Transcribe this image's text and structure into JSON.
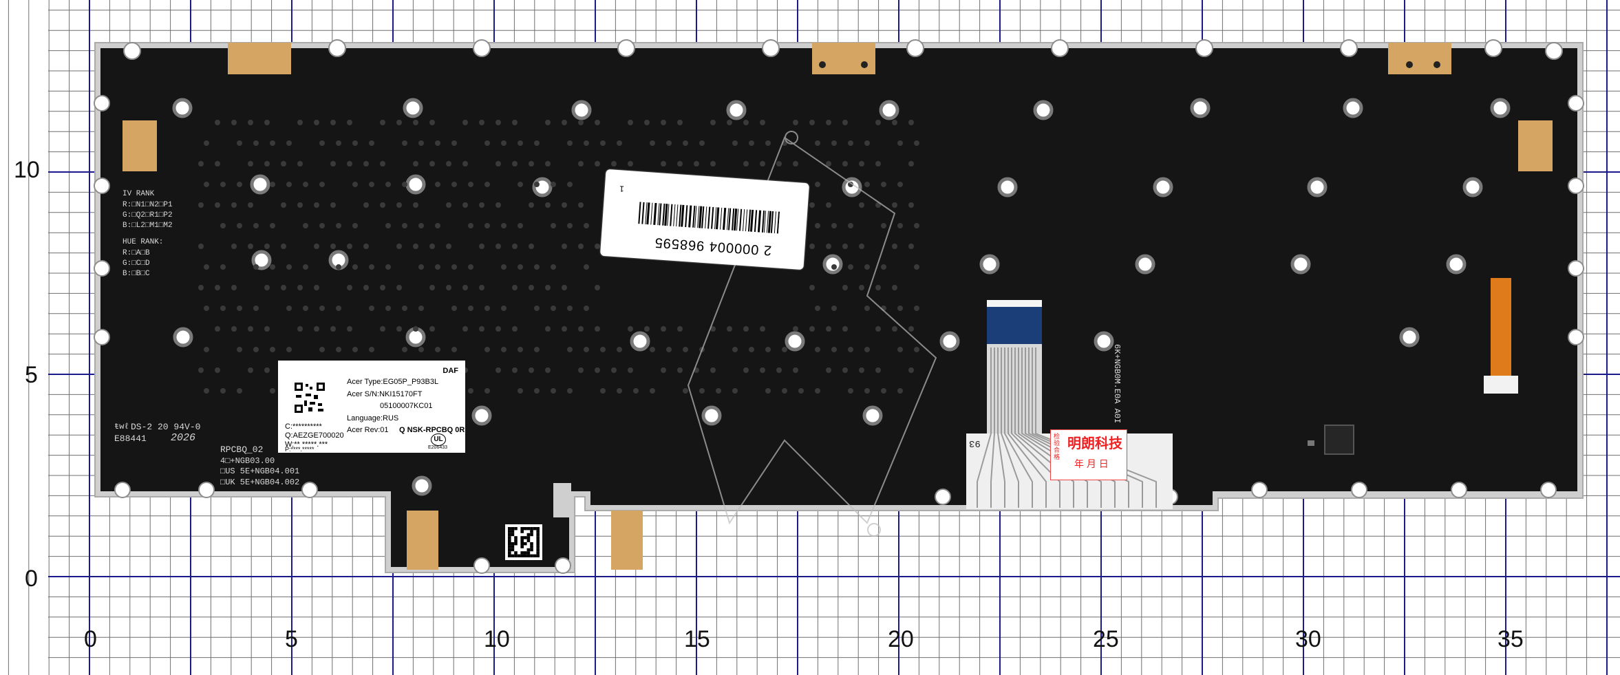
{
  "photo": {
    "background": "#ffffff",
    "grid_minor_color": "#6f6f6f",
    "grid_major_color": "#1a1a8c",
    "board_color": "#151515",
    "pad_color": "#d5a663",
    "frame_color": "#c9c9c9"
  },
  "x_axis": {
    "labels": [
      "0",
      "5",
      "10",
      "15",
      "20",
      "25",
      "30",
      "35"
    ]
  },
  "y_axis": {
    "labels": [
      "10",
      "5",
      "0"
    ]
  },
  "main_label": {
    "corner": "DAF",
    "type": "Acer Type:EG05P_P93B3L",
    "sn": "Acer S/N:NKI15170FT",
    "code": "05100007KC01",
    "language": "Language:RUS",
    "rev": "Acer Rev:01",
    "part": "Q NSK-RPCBQ 0R",
    "c_line": "C:**********",
    "q_line": "Q:AEZGE700020",
    "w_line": "W:** *****.***",
    "p_line": "P:****.*****",
    "ul": "UL",
    "ul_number": "E206433"
  },
  "barcode_label": {
    "number": "2 000004 968595",
    "small": "1"
  },
  "silkscreen": {
    "iv_rank": "IV RANK",
    "iv_rows": [
      "R:□N1□N2□P1",
      "G:□Q2□R1□P2",
      "B:□L2□M1□M2"
    ],
    "hue_rank": "HUE RANK:",
    "hue_rows": [
      "R:□A□B",
      "G:□C□D",
      "B:□B□C"
    ],
    "cert": "DS-2 20 94V-0",
    "cert_code": "E88441",
    "cert_year": "2026",
    "model": "RPCBQ_02",
    "variants": [
      "4□+NGB03.00",
      "□US 5E+NGB04.001",
      "□UK 5E+NGB04.002"
    ]
  },
  "red_stamp": {
    "company": "明朗科技",
    "date": "年  月  日",
    "side": "检验合格"
  },
  "flex_cable": {
    "number": "93",
    "part": "6K+NGB0M.E0A A0I"
  }
}
